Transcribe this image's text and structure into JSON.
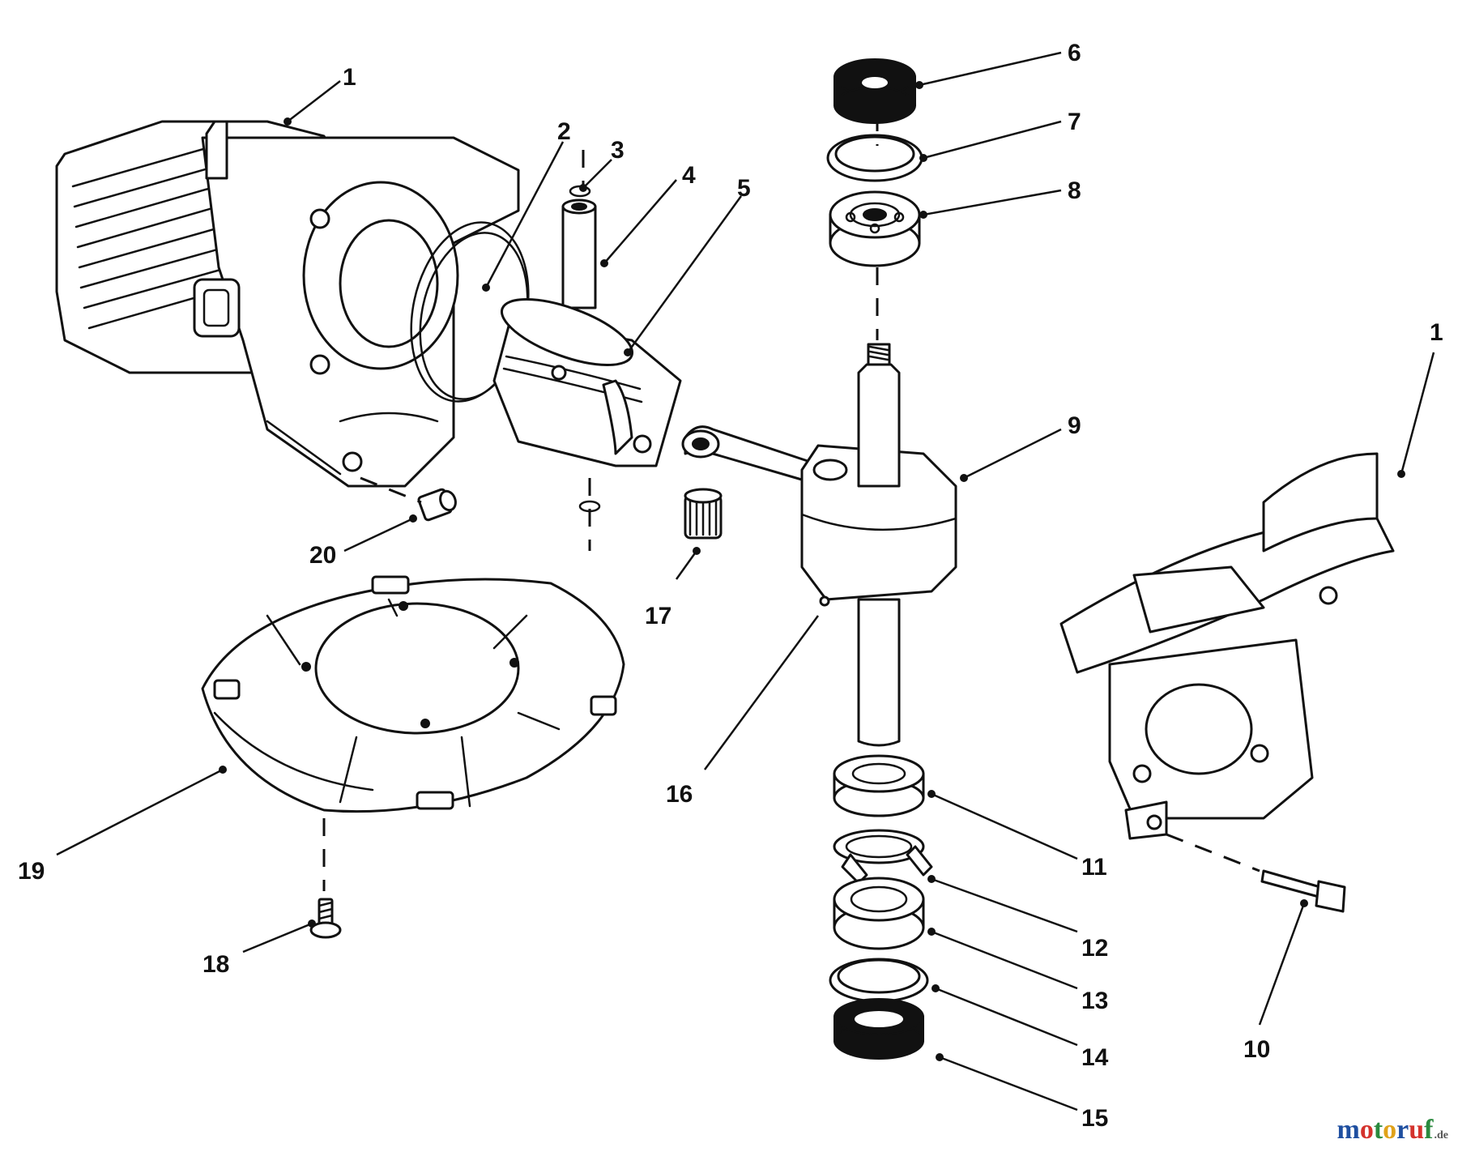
{
  "callouts": {
    "c1_left": "1",
    "c1_right": "1",
    "c2": "2",
    "c3": "3",
    "c4": "4",
    "c5": "5",
    "c6": "6",
    "c7": "7",
    "c8": "8",
    "c9": "9",
    "c10": "10",
    "c11": "11",
    "c12": "12",
    "c13": "13",
    "c14": "14",
    "c15": "15",
    "c16": "16",
    "c17": "17",
    "c18": "18",
    "c19": "19",
    "c20": "20"
  },
  "watermark": {
    "letters": [
      "m",
      "o",
      "t",
      "o",
      "r",
      "u",
      "f"
    ],
    "colors": [
      "#1f4fa0",
      "#d4322c",
      "#2a8a3e",
      "#e0a21a",
      "#1f4fa0",
      "#d4322c",
      "#2a8a3e"
    ],
    "suffix": ".de"
  }
}
